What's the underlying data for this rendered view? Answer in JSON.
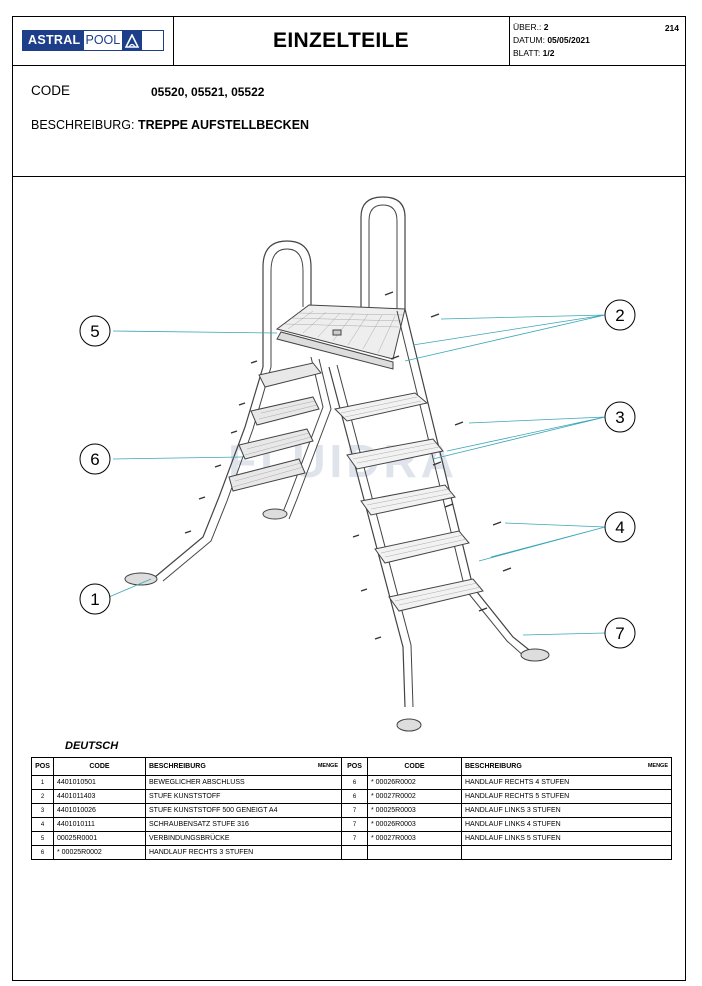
{
  "header": {
    "logo_word1": "ASTRAL",
    "logo_word2": "POOL",
    "title": "EINZELTEILE",
    "ueber_label": "ÜBER.:",
    "ueber_value": "2",
    "datum_label": "DATUM:",
    "datum_value": "05/05/2021",
    "blatt_label": "BLATT:",
    "blatt_value": "1/2",
    "page_number": "214"
  },
  "info": {
    "code_label": "CODE",
    "code_value": "05520, 05521, 05522",
    "desc_label": "BESCHREIBURG:",
    "desc_value": "TREPPE AUFSTELLBECKEN"
  },
  "figure": {
    "watermark": "FLUIDRA",
    "callouts": [
      "1",
      "2",
      "3",
      "4",
      "5",
      "6",
      "7"
    ]
  },
  "table": {
    "section_label": "DEUTSCH",
    "headers": [
      "POS",
      "CODE",
      "BESCHREIBURG",
      "MENGE",
      "POS",
      "CODE",
      "BESCHREIBURG",
      "MENGE"
    ],
    "left": [
      {
        "pos": "1",
        "code": "4401010501",
        "desc": "BEWEGLICHER ABSCHLUSS",
        "menge": ""
      },
      {
        "pos": "2",
        "code": "4401011403",
        "desc": "STUFE KUNSTSTOFF",
        "menge": ""
      },
      {
        "pos": "3",
        "code": "4401010026",
        "desc": "STUFE KUNSTSTOFF 500 GENEIGT A4",
        "menge": ""
      },
      {
        "pos": "4",
        "code": "4401010111",
        "desc": "SCHRAUBENSATZ STUFE 316",
        "menge": ""
      },
      {
        "pos": "5",
        "code": "00025R0001",
        "desc": "VERBINDUNGSBRÜCKE",
        "menge": ""
      },
      {
        "pos": "6",
        "code": "* 00025R0002",
        "desc": "HANDLAUF RECHTS 3 STUFEN",
        "menge": ""
      }
    ],
    "right": [
      {
        "pos": "6",
        "code": "* 00026R0002",
        "desc": "HANDLAUF RECHTS 4 STUFEN",
        "menge": ""
      },
      {
        "pos": "6",
        "code": "* 00027R0002",
        "desc": "HANDLAUF RECHTS 5 STUFEN",
        "menge": ""
      },
      {
        "pos": "7",
        "code": "* 00025R0003",
        "desc": "HANDLAUF LINKS 3 STUFEN",
        "menge": ""
      },
      {
        "pos": "7",
        "code": "* 00026R0003",
        "desc": "HANDLAUF LINKS 4 STUFEN",
        "menge": ""
      },
      {
        "pos": "7",
        "code": "* 00027R0003",
        "desc": "HANDLAUF LINKS 5 STUFEN",
        "menge": ""
      },
      {
        "pos": "",
        "code": "",
        "desc": "",
        "menge": ""
      }
    ]
  }
}
